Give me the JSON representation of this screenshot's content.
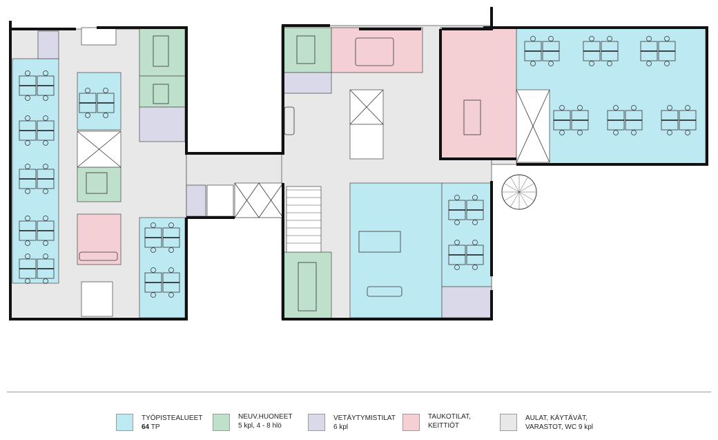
{
  "colors": {
    "workspace": "#bde9f3",
    "meeting": "#bfe0cb",
    "retreat": "#d9d9e9",
    "break": "#f4d0d5",
    "common": "#e8e8e8",
    "wall": "#111111"
  },
  "legend": [
    {
      "key": "workspace",
      "title": "TYÖPISTEALUEET",
      "count": "64",
      "sub": " TP"
    },
    {
      "key": "meeting",
      "title": "NEUV.HUONEET",
      "sub": "5 kpl, 4 - 8 hlö"
    },
    {
      "key": "retreat",
      "title": "VETÄYTYMISTILAT",
      "sub": "6 kpl"
    },
    {
      "key": "break",
      "title": "TAUKOTILAT,",
      "sub": "KEITTIÖT"
    },
    {
      "key": "common",
      "title": "AULAT, KÄYTÄVÄT,",
      "sub": "VARASTOT, WC 9 kpl"
    }
  ]
}
